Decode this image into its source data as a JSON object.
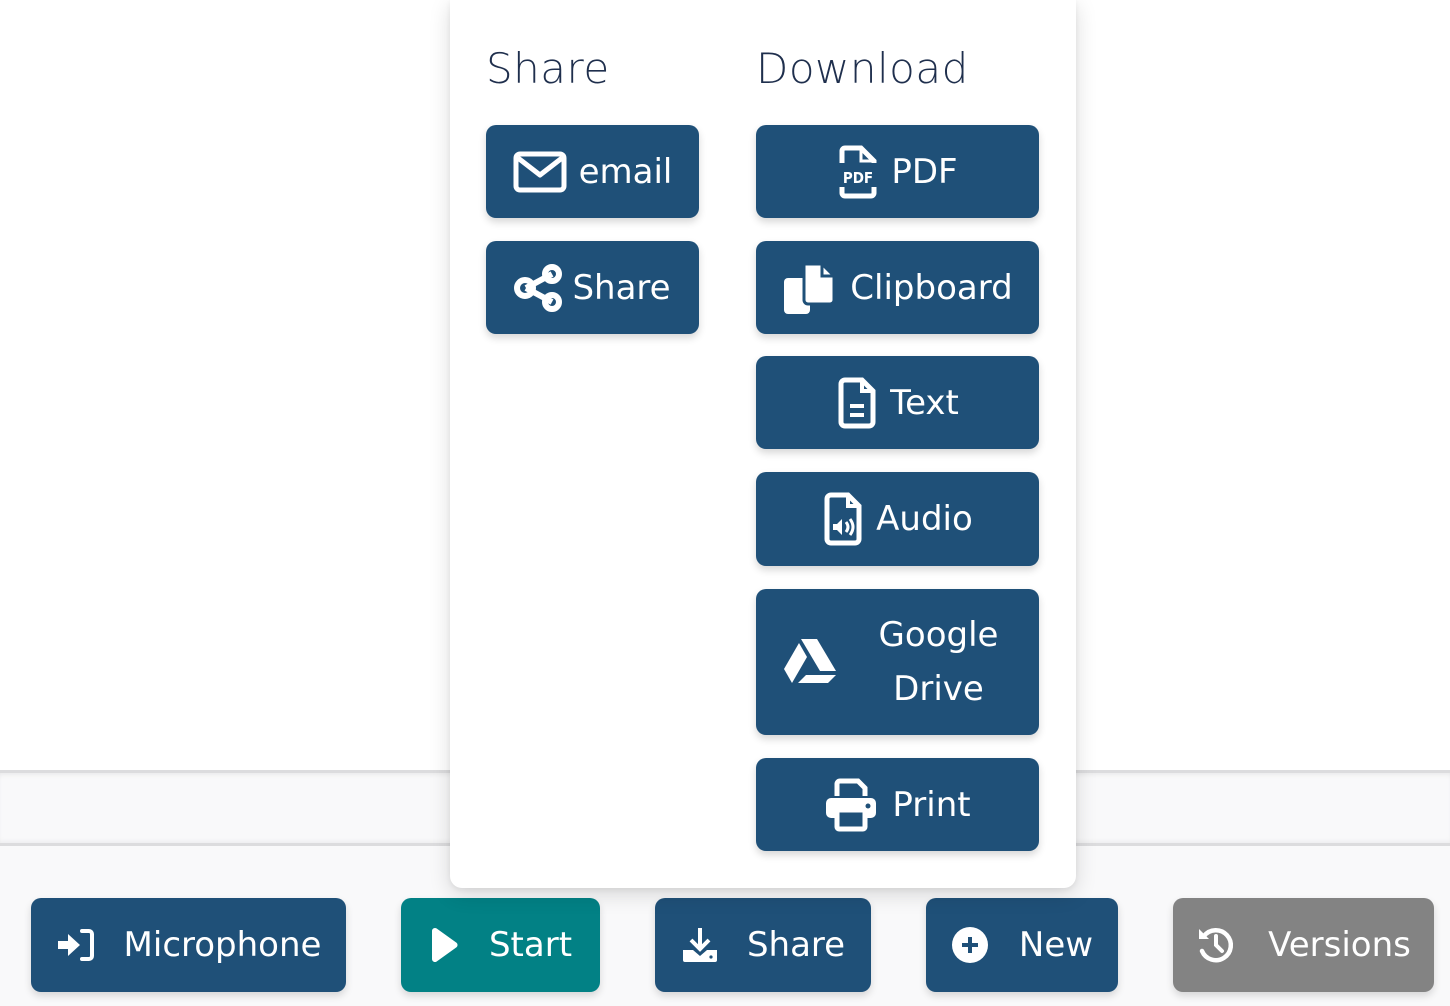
{
  "popover": {
    "share_title": "Share",
    "download_title": "Download",
    "share_buttons": [
      {
        "label": "email",
        "icon": "envelope-icon"
      },
      {
        "label": "Share",
        "icon": "share-nodes-icon"
      }
    ],
    "download_buttons": [
      {
        "label": "PDF",
        "icon": "file-pdf-icon"
      },
      {
        "label": "Clipboard",
        "icon": "copy-icon"
      },
      {
        "label": "Text",
        "icon": "file-lines-icon"
      },
      {
        "label": "Audio",
        "icon": "file-audio-icon"
      },
      {
        "label": "Google Drive",
        "line1": "Google",
        "line2": "Drive",
        "icon": "google-drive-icon"
      },
      {
        "label": "Print",
        "icon": "printer-icon"
      }
    ]
  },
  "toolbar": {
    "buttons": [
      {
        "label": "Microphone",
        "icon": "sign-in-arrow-icon",
        "color": "#1f5078"
      },
      {
        "label": "Start",
        "icon": "play-icon",
        "color": "#028185"
      },
      {
        "label": "Share",
        "icon": "download-tray-icon",
        "color": "#1f5078"
      },
      {
        "label": "New",
        "icon": "plus-circle-icon",
        "color": "#1f5078"
      },
      {
        "label": "Versions",
        "icon": "history-clock-icon",
        "color": "#838383"
      }
    ]
  },
  "colors": {
    "primary": "#1f5078",
    "teal": "#028185",
    "grey": "#838383",
    "title_text": "#1f2f4d"
  }
}
